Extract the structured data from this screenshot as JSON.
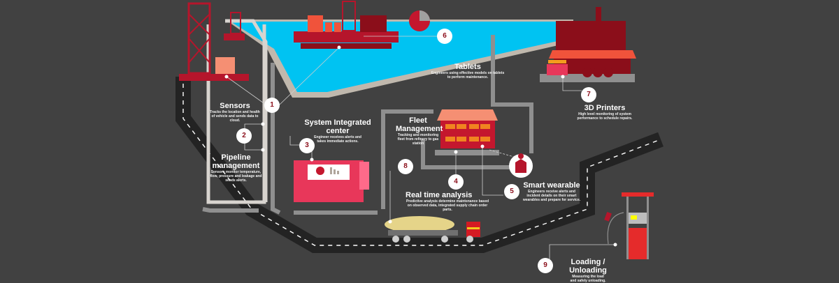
{
  "colors": {
    "background": "#414141",
    "water": "#00c3f2",
    "shore": "#c0b8ad",
    "road": "#232323",
    "pipe": "#8f8f8f",
    "primary_red": "#b5152b",
    "dark_red": "#7a0b17",
    "orange": "#f0533b",
    "number_text": "#8b0e1a"
  },
  "steps": [
    {
      "num": "1",
      "title": "Sensors",
      "desc": "Tracks the location and health of vehicle and sends data to cloud."
    },
    {
      "num": "2",
      "title": "Pipeline management",
      "desc": "Sensors monitor temperature, flow, pressure and leakage and sends alerts."
    },
    {
      "num": "3",
      "title": "System Integrated center",
      "desc": "Engineer receives alerts and takes immediate actions."
    },
    {
      "num": "4",
      "title": "Real time analysis",
      "desc": "Predictive analysis determine maintenance based on observed data, integrated supply chain order parts."
    },
    {
      "num": "5",
      "title": "Smart wearable",
      "desc": "Engineers receive alerts and incident details on their smart wearables and prepare for service."
    },
    {
      "num": "6",
      "title": "Tablets",
      "desc": "Engineers using effective models on tablets to perform maintenance."
    },
    {
      "num": "7",
      "title": "3D Printers",
      "desc": "High level monitoring of system performance to schedule repairs."
    },
    {
      "num": "8",
      "title": "Fleet Management",
      "desc": "Tracking and monitoring fleet from refinery to gas station"
    },
    {
      "num": "9",
      "title": "Loading / Unloading",
      "desc": "Measuring the load and safely unloading."
    }
  ],
  "icons": [
    "oil-rig-icon",
    "offshore-platform-icon",
    "refinery-factory-icon",
    "control-center-icon",
    "storage-warehouse-icon",
    "smart-wearable-engineer-icon",
    "tablet-engineers-icon",
    "tanker-truck-icon",
    "fuel-pump-icon"
  ]
}
